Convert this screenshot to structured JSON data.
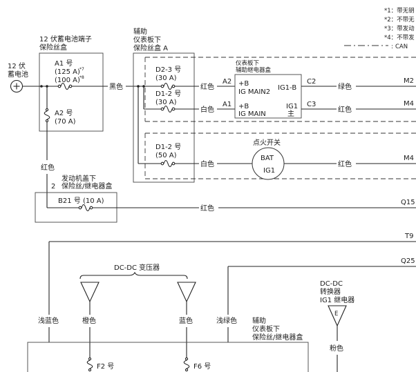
{
  "battery": {
    "label_1": "12 伏",
    "label_2": "蓄电池"
  },
  "legend": {
    "n1": "*1：带无钥",
    "n2": "*2：不带无",
    "n3": "*3：带发动",
    "n4": "*4：不带发",
    "can": "CAN"
  },
  "terminal_box": {
    "title_1": "12 伏蓄电池端子",
    "title_2": "保险丝盒",
    "a1_name": "A1 号",
    "a1_rating_1": "(125 A)",
    "a1_mark_1": "*7",
    "a1_rating_2": "(100 A)",
    "a1_mark_2": "*8",
    "a2_name": "A2 号",
    "a2_rating": "(70 A)"
  },
  "aux_box": {
    "title_1": "辅助",
    "title_2": "仪表板下",
    "title_3": "保险丝盒 A",
    "d23_name": "D2-3 号",
    "d23_rating": "(30 A)",
    "d12a_name": "D1-2 号",
    "d12a_rating": "(30 A)",
    "d12b_name": "D1-2 号",
    "d12b_rating": "(50 A)"
  },
  "relay_box": {
    "title_1": "仪表板下",
    "title_2": "辅助继电器盒",
    "in_top_pin": "A2",
    "in_top_1": "+B",
    "in_top_2": "IG MAIN2",
    "out_top_1": "IG1-B",
    "out_top_pin": "C2",
    "in_bot_pin": "A1",
    "in_bot_1": "+B",
    "in_bot_2": "IG MAIN",
    "out_bot_1": "IG1",
    "out_bot_2": "主",
    "out_bot_pin": "C3"
  },
  "ignition": {
    "title": "点火开关",
    "bat": "BAT",
    "ig1": "IG1"
  },
  "engine_box": {
    "pin": "2",
    "title_1": "发动机盖下",
    "title_2": "保险丝/继电器盒",
    "fuse": "B21 号 (10 A)"
  },
  "wires": {
    "black": "黑色",
    "red_1": "红色",
    "white_1": "白色",
    "green": "绿色",
    "red_2": "红色",
    "white_2": "白色",
    "red_3": "红色",
    "red_4": "红色",
    "red_5": "红色",
    "light_blue": "浅蓝色",
    "orange": "橙色",
    "blue": "蓝色",
    "light_green": "浅绿色",
    "pink": "粉色"
  },
  "connectors": {
    "m2": "M2",
    "m4a": "M4",
    "m4b": "M4",
    "q15": "Q15",
    "t9": "T9",
    "q25": "Q25"
  },
  "dcdc": {
    "title": "DC-DC 变压器",
    "relay_1": "DC-DC",
    "relay_2": "转换器",
    "relay_3": "IG1 继电器",
    "relay_pin": "E"
  },
  "lower_box": {
    "title_1": "辅助",
    "title_2": "仪表板下",
    "title_3": "保险丝/继电器盒",
    "f2_name": "F2 号",
    "f6_name": "F6 号"
  }
}
